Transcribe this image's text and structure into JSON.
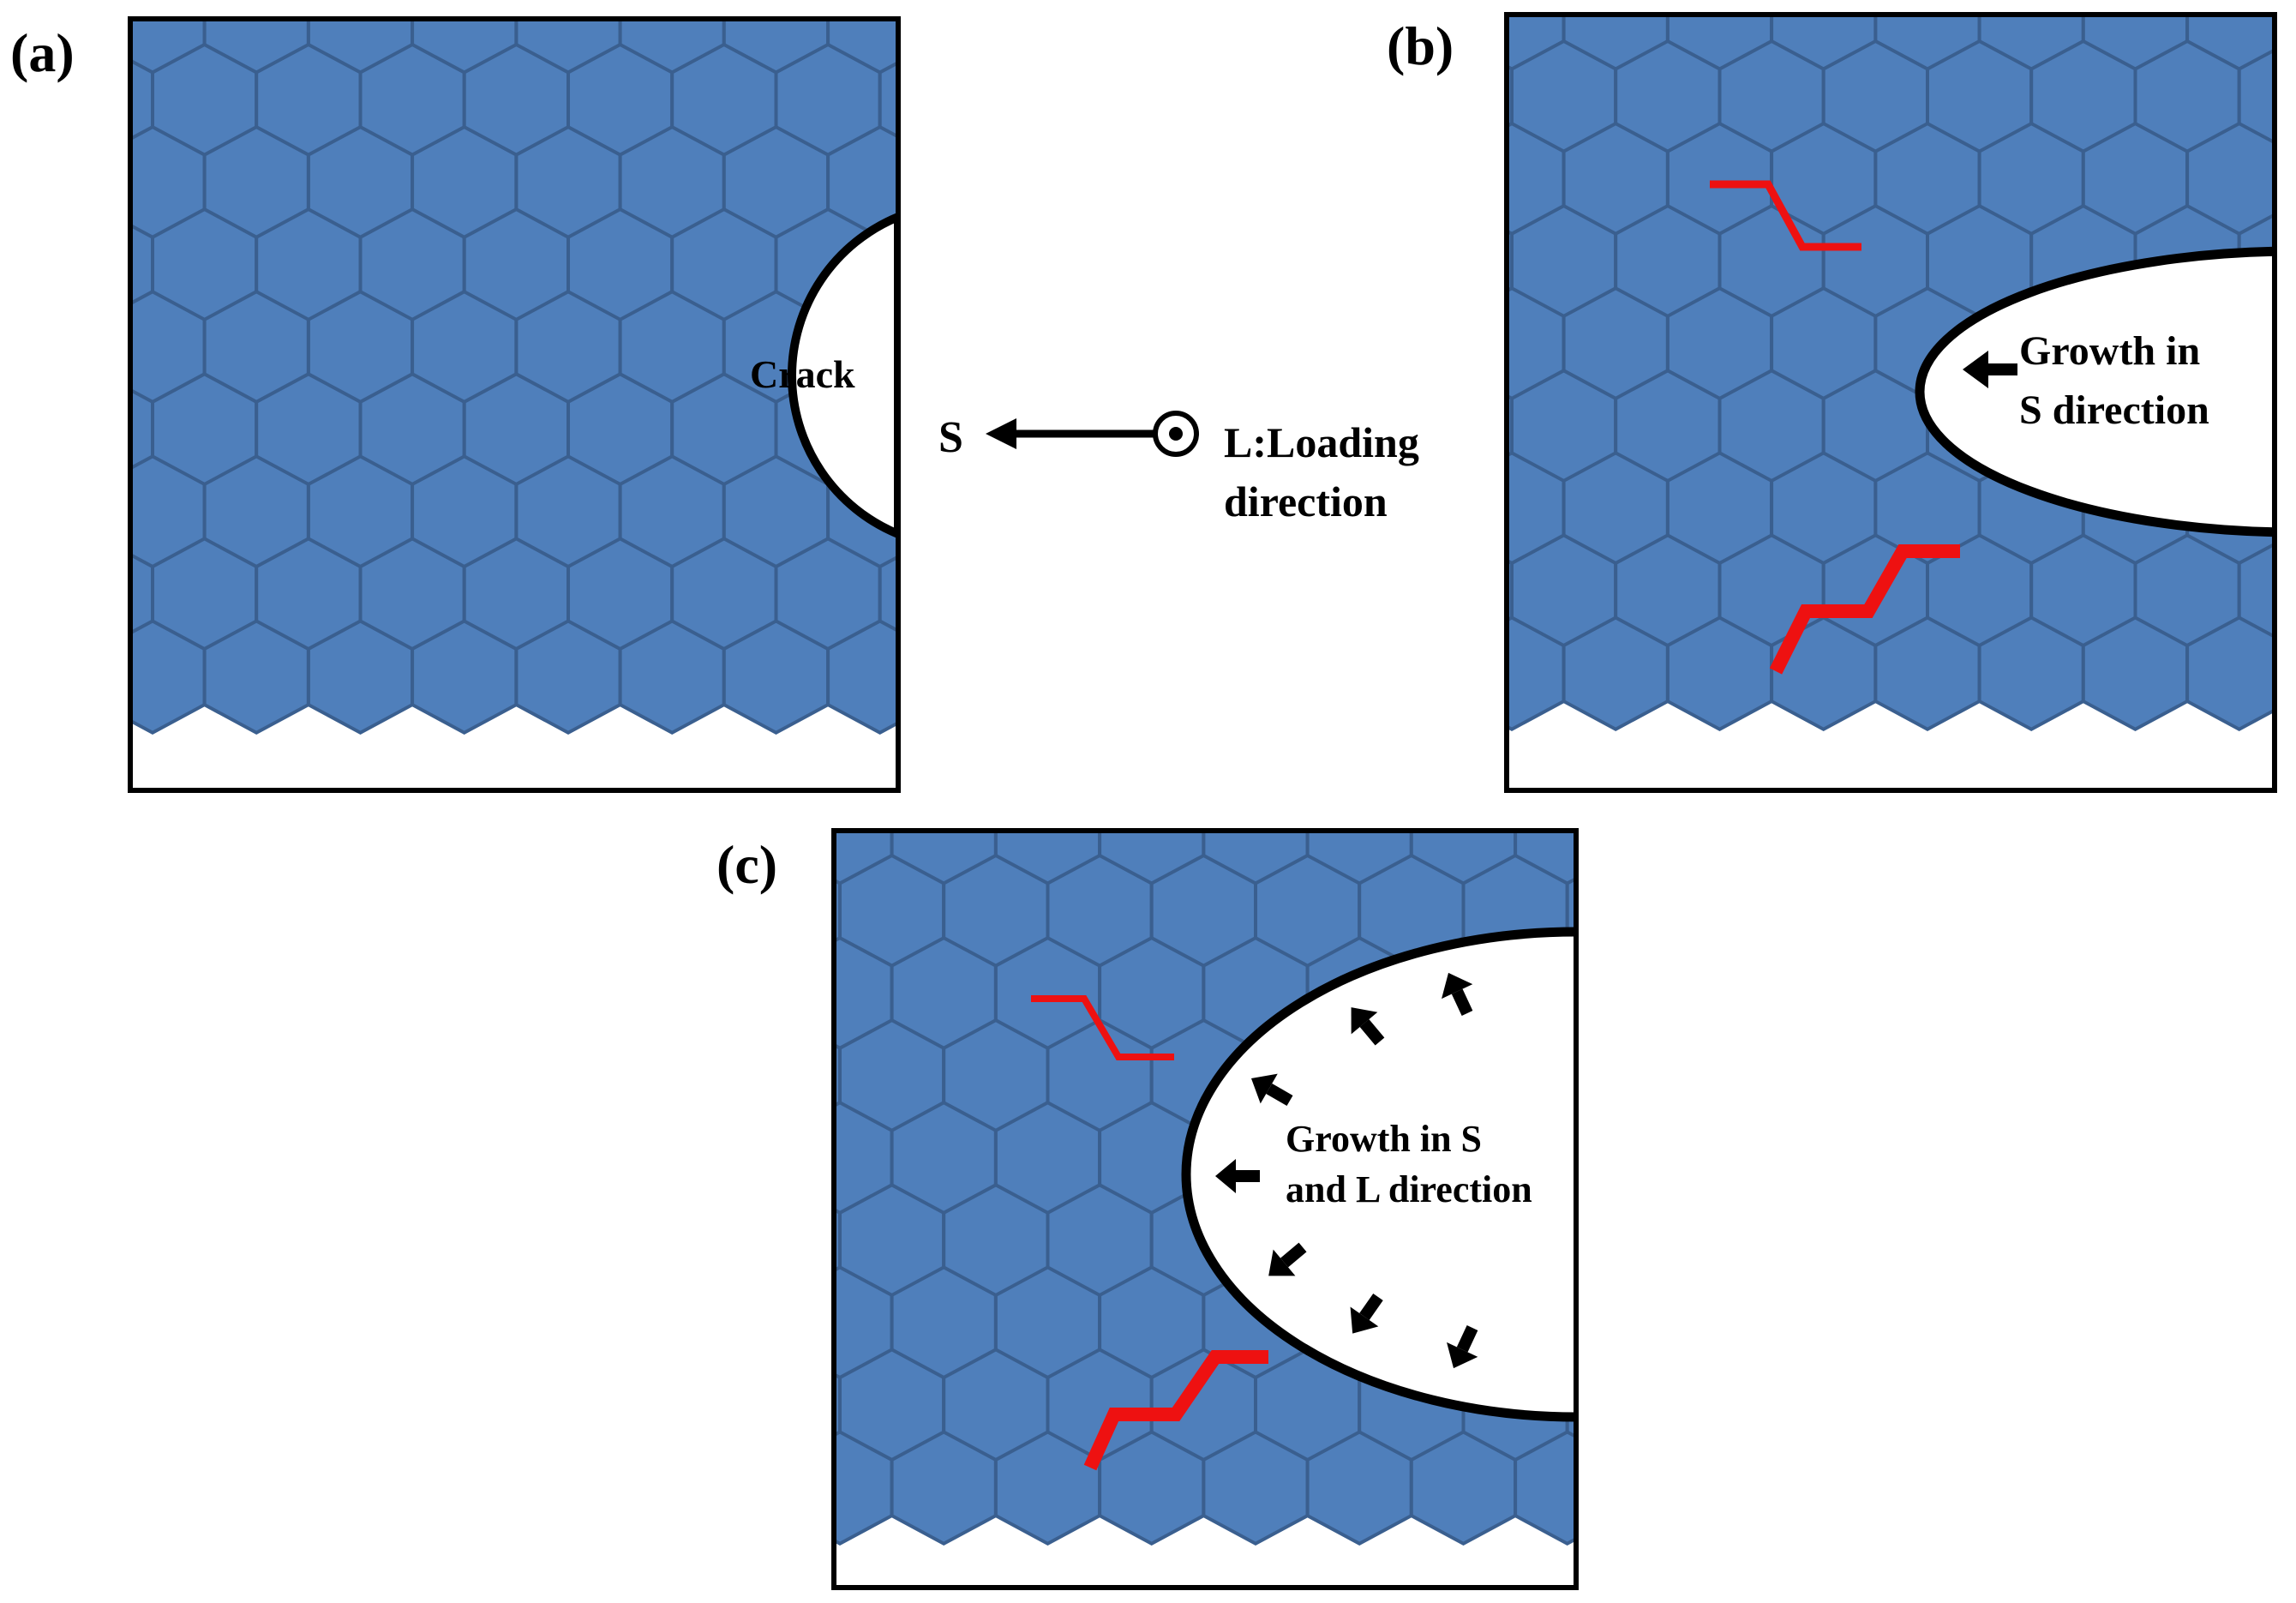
{
  "panels": [
    {
      "id": "a",
      "label": "(a)",
      "crack_text": [
        "Crack"
      ]
    },
    {
      "id": "b",
      "label": "(b)",
      "crack_text": [
        "Growth in",
        "S direction"
      ]
    },
    {
      "id": "c",
      "label": "(c)",
      "crack_text": [
        "Growth in S",
        "and L direction"
      ]
    }
  ],
  "axes": {
    "s_label": "S",
    "l_label_line1": "L:Loading",
    "l_label_line2": "direction"
  },
  "colors": {
    "grain_fill": "#4f7fbb",
    "grain_stroke": "#3a5f8f",
    "crack_path": "#ee1111",
    "outline": "#000000",
    "crack_fill": "#ffffff"
  },
  "icons": [
    "arrow-left-icon",
    "out-of-plane-dot-icon",
    "growth-arrow-icon"
  ]
}
